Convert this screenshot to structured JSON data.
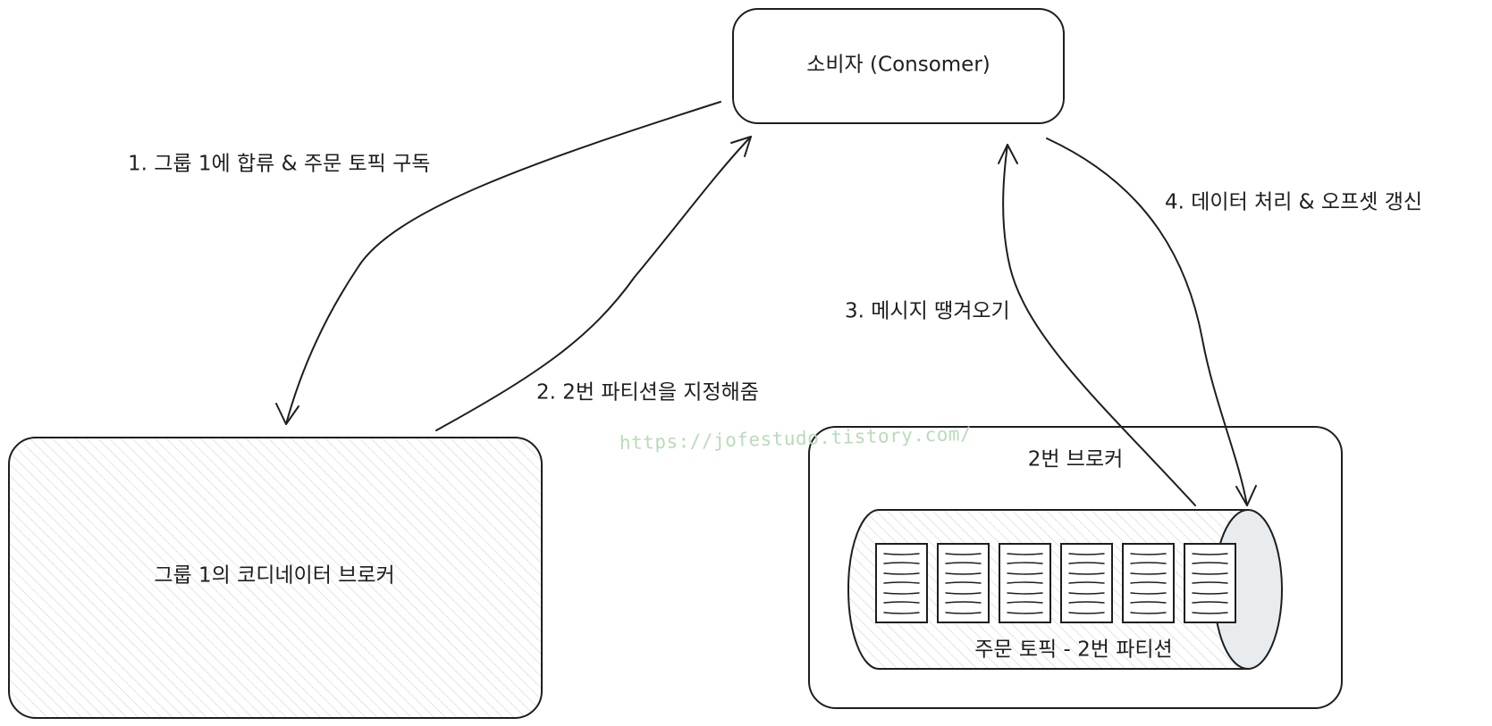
{
  "nodes": {
    "consumer": "소비자 (Consomer)",
    "coordinator": "그룹 1의 코디네이터 브로커",
    "broker2": "2번 브로커",
    "partition": "주문 토픽 - 2번 파티션"
  },
  "steps": {
    "step1": "1. 그룹 1에 합류 & 주문 토픽 구독",
    "step2": "2. 2번 파티션을 지정해줌",
    "step3": "3. 메시지 땡겨오기",
    "step4": "4. 데이터 처리 & 오프셋 갱신"
  },
  "watermark": "https://jofestudo.tistory.com/",
  "colors": {
    "stroke": "#1e1e1e",
    "hatch": "#c8c8c8",
    "cylinder_cap": "#e9ecef",
    "watermark": "#b9dbb9"
  },
  "partition_messages": 6
}
